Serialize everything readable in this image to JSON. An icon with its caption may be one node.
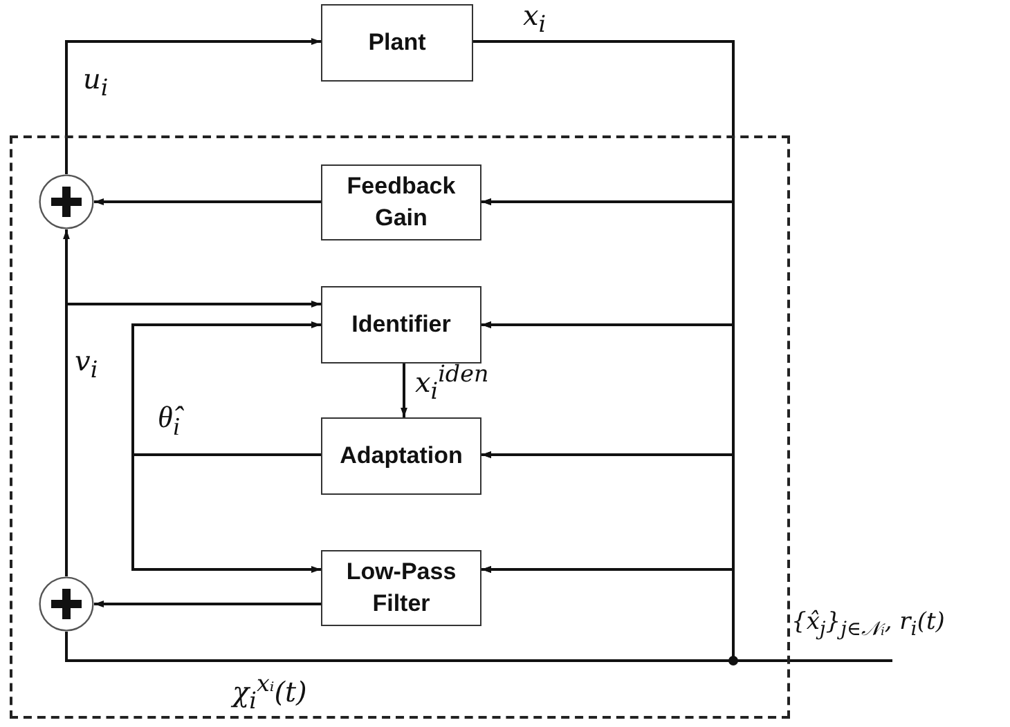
{
  "diagram": {
    "nodes": [
      {
        "text": [
          "Plant"
        ]
      },
      {
        "text": [],
        "shape": "box"
      },
      {
        "text": [],
        "shape": "circle",
        "in": 1
      },
      {
        "text": [
          "Feedback Gain"
        ],
        "in": 1
      },
      {
        "text": [
          "Identifier"
        ],
        "in": 1
      },
      {
        "text": [
          "Adaptation"
        ],
        "in": 1
      },
      {
        "text": [
          "Low-Pass Filter"
        ],
        "in": 1
      },
      {
        "text": [],
        "shape": "circle",
        "in": 1
      },
      {
        "text": [
          "{x̂$_{j}$}$_{j∈𝒩ᵢ}$, r$_{i}$(t)"
        ]
      }
    ],
    "edges": [
      {
        "from": 2,
        "to": 0,
        "arrow": "to",
        "label": "u$_{i}$"
      },
      {
        "from": 0,
        "to": 3,
        "arrow": "to",
        "label": "x$_{i}$"
      },
      {
        "from": 0,
        "to": 4,
        "arrow": "to"
      },
      {
        "from": 0,
        "to": 5,
        "arrow": "to"
      },
      {
        "from": 0,
        "to": 6,
        "arrow": "to"
      },
      {
        "from": 0,
        "to": 7,
        "arrow": "none"
      },
      {
        "from": 8,
        "to": 3,
        "arrow": "to"
      },
      {
        "from": 8,
        "to": 4,
        "arrow": "to"
      },
      {
        "from": 8,
        "to": 5,
        "arrow": "to"
      },
      {
        "from": 8,
        "to": 6,
        "arrow": "to"
      },
      {
        "from": 8,
        "to": 7,
        "arrow": "none",
        "label": "χ$_{i}$$^{xᵢ}$(t)"
      },
      {
        "from": 3,
        "to": 2,
        "arrow": "to"
      },
      {
        "from": 7,
        "to": 2,
        "arrow": "to",
        "label": "v$_{i}$"
      },
      {
        "from": 7,
        "to": 4,
        "arrow": "to"
      },
      {
        "from": 5,
        "to": 4,
        "arrow": "to",
        "label": "θ̂$_{i}$"
      },
      {
        "from": 5,
        "to": 6,
        "arrow": "to"
      },
      {
        "from": 4,
        "to": 5,
        "arrow": "to",
        "label": "x$_{i}$$^{iden}$"
      },
      {
        "from": 6,
        "to": 7,
        "arrow": "to"
      }
    ]
  }
}
